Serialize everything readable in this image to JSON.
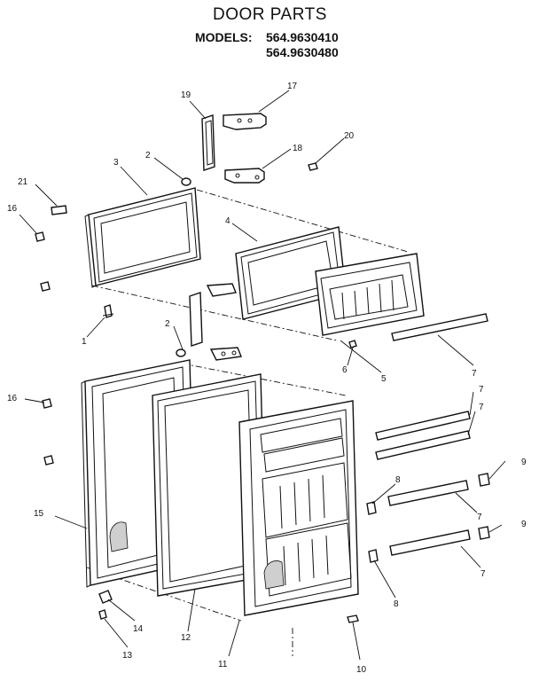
{
  "header": {
    "title": "DOOR PARTS",
    "models_label": "MODELS:",
    "models": [
      "564.9630410",
      "564.9630480"
    ]
  },
  "callouts": {
    "c1": "1",
    "c2a": "2",
    "c2b": "2",
    "c3": "3",
    "c4": "4",
    "c5": "5",
    "c6": "6",
    "c7a": "7",
    "c7b": "7",
    "c7c": "7",
    "c7d": "7",
    "c7e": "7",
    "c8a": "8",
    "c8b": "8",
    "c9a": "9",
    "c9b": "9",
    "c10": "10",
    "c11": "11",
    "c12": "12",
    "c13": "13",
    "c14": "14",
    "c15": "15",
    "c16a": "16",
    "c16b": "16",
    "c17": "17",
    "c18": "18",
    "c19": "19",
    "c20": "20",
    "c21": "21"
  }
}
